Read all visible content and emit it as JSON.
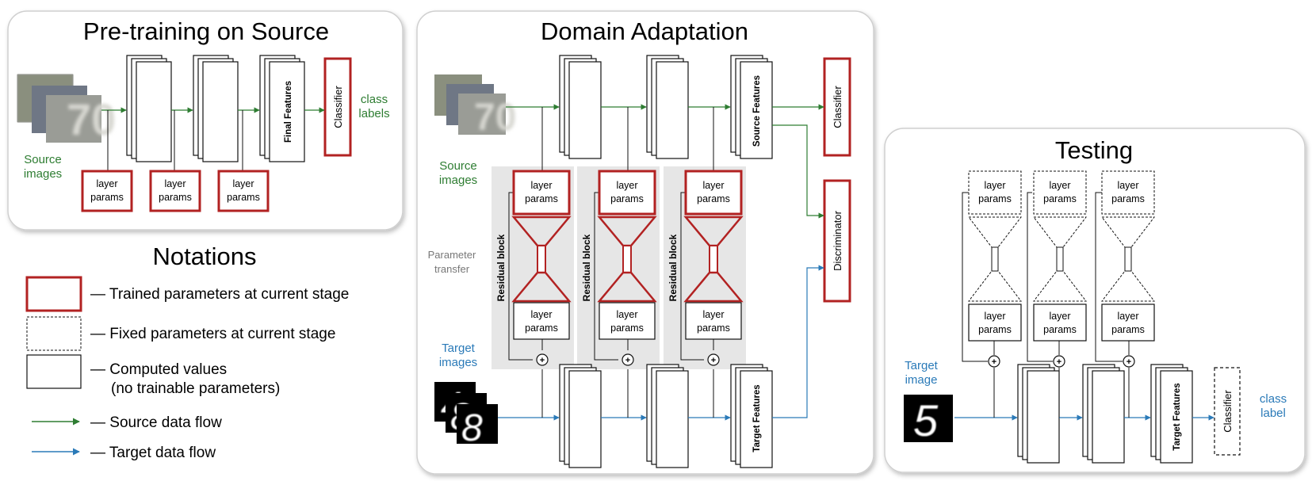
{
  "panels": {
    "pretraining": {
      "title": "Pre-training on Source",
      "source_label": [
        "Source",
        "images"
      ],
      "final_features": "Final Features",
      "classifier": "Classifier",
      "class_labels": [
        "class",
        "labels"
      ],
      "layer_params": [
        "layer",
        "params"
      ]
    },
    "adaptation": {
      "title": "Domain Adaptation",
      "source_label": [
        "Source",
        "images"
      ],
      "target_label": [
        "Target",
        "images"
      ],
      "parameter_transfer": [
        "Parameter",
        "transfer"
      ],
      "residual_block": "Residual block",
      "layer_params": [
        "layer",
        "params"
      ],
      "source_features": "Source Features",
      "target_features": "Target Features",
      "classifier": "Classifier",
      "discriminator": "Discriminator",
      "plus": "+"
    },
    "testing": {
      "title": "Testing",
      "target_label": [
        "Target",
        "image"
      ],
      "layer_params": [
        "layer",
        "params"
      ],
      "target_features": "Target Features",
      "classifier": "Classifier",
      "class_label": [
        "class",
        "label"
      ],
      "plus": "+"
    }
  },
  "notations": {
    "title": "Notations",
    "items": [
      "— Trained parameters at current stage",
      "— Fixed parameters at current stage",
      "— Computed values",
      "(no trainable parameters)",
      "— Source data flow",
      "— Target data flow"
    ]
  },
  "colors": {
    "trained": "#b22222",
    "source_flow": "#2e7d32",
    "target_flow": "#2a7ab8",
    "residual_bg": "#e6e6e6"
  },
  "icons": {
    "source_images": "blurred-digit-photo-stack",
    "target_images": "handwritten-digit-stack",
    "test_image": "handwritten-digit-five"
  }
}
